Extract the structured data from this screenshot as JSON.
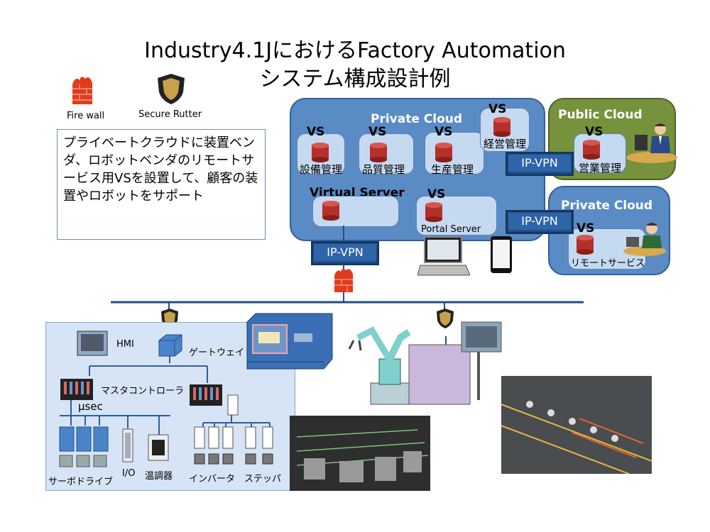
{
  "title": {
    "line1": "Industry4.1JにおけるFactory Automation",
    "line2": "システム構成設計例"
  },
  "legend": {
    "firewall_label": "Fire wall",
    "router_label": "Secure Rutter"
  },
  "note_text": "プライベートクラウドに装置ベンダ、ロボットベンダのリモートサービス用VSを設置して、顧客の装置やロボットをサポート",
  "private_cloud_main": {
    "title": "Private Cloud",
    "vs_label": "VS",
    "servers": [
      "設備管理",
      "品質管理",
      "生産管理",
      "経営管理"
    ],
    "virtual_server_label": "Virtual Server",
    "portal_server_label": "Portal Server"
  },
  "public_cloud": {
    "title": "Public Cloud",
    "server": "営業管理"
  },
  "private_cloud_remote": {
    "title": "Private Cloud",
    "server": "リモートサービス"
  },
  "ipvpn_label": "IP-VPN",
  "factory": {
    "hmi": "HMI",
    "gateway": "ゲートウェイ",
    "master_controller": "マスタコントローラ",
    "usec": "μsec",
    "servo": "サーボドライブ",
    "io": "I/O",
    "temp": "温調器",
    "inverter": "インバータ",
    "stepper": "ステッパ"
  },
  "colors": {
    "cloud_blue": "#5b8bc5",
    "public_green": "#76923c",
    "vs_box": "#c5d9f1",
    "ipvpn": "#1f4e8c",
    "factory_bg": "#d6e4f5"
  }
}
